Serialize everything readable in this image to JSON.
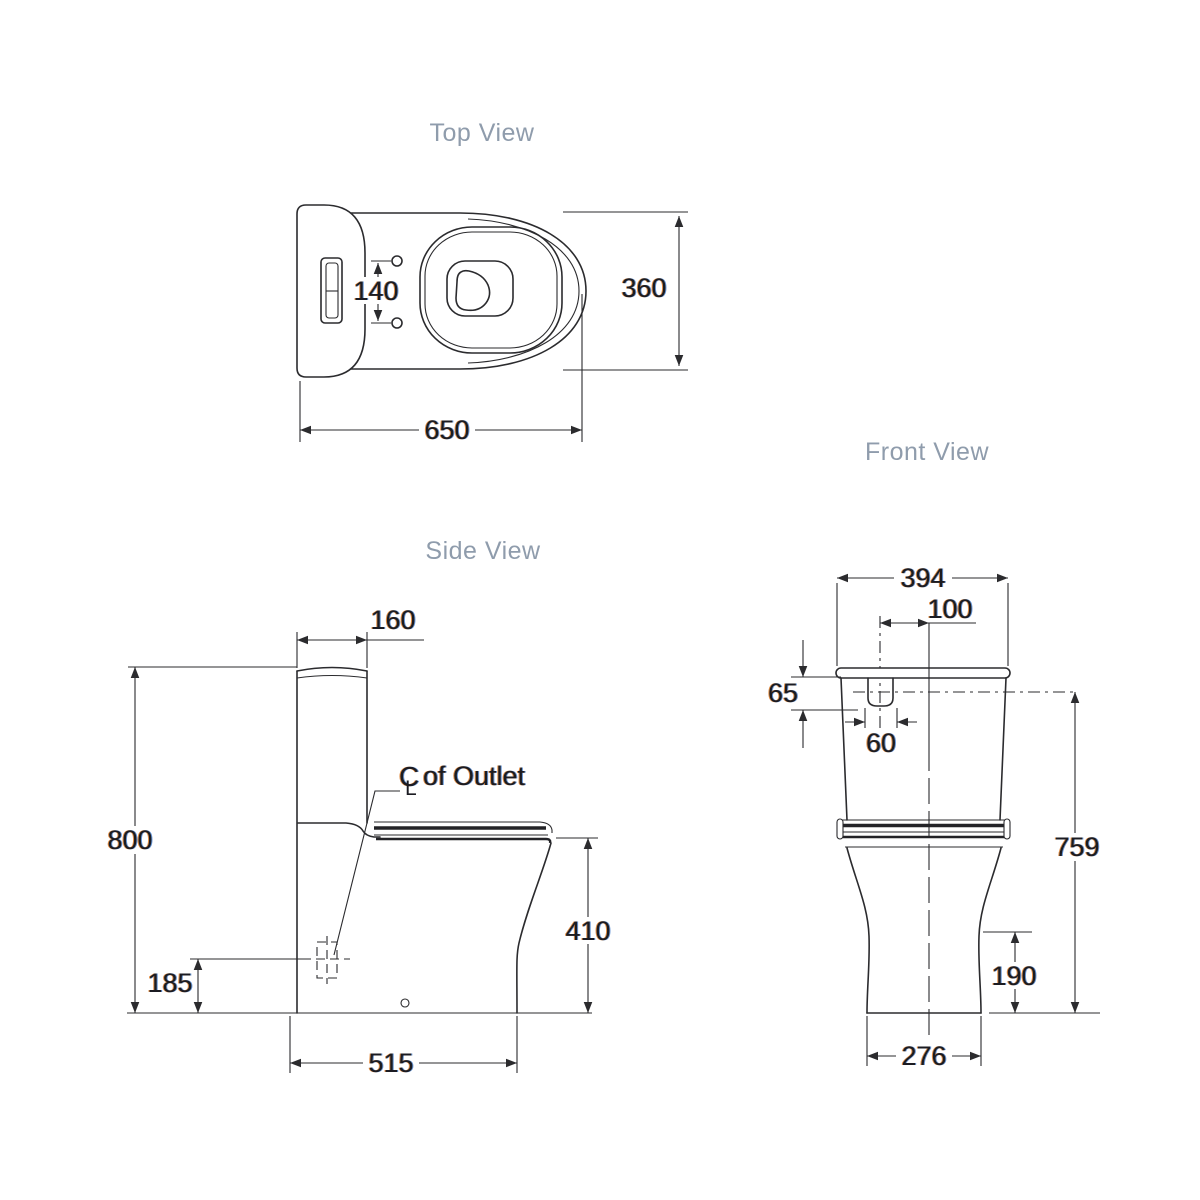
{
  "colors": {
    "line": "#2b2b2e",
    "dimension_text": "#1b1b22",
    "view_title_text": "#8f9cac",
    "background": "#ffffff"
  },
  "top_view": {
    "title": "Top View",
    "dims": {
      "hinge_spacing": "140",
      "overall_length": "650",
      "width": "360"
    }
  },
  "side_view": {
    "title": "Side View",
    "dims": {
      "tank_depth": "160",
      "overall_height": "800",
      "outlet_center_height": "185",
      "bowl_height": "410",
      "depth": "515"
    },
    "outlet_label": {
      "symbol_c": "C",
      "symbol_l": "L",
      "text": "of Outlet"
    }
  },
  "front_view": {
    "title": "Front View",
    "dims": {
      "tank_width": "394",
      "button_offset": "100",
      "lid_height": "65",
      "button_width": "60",
      "height_to_centerline": "759",
      "base_height": "190",
      "base_width": "276"
    }
  }
}
